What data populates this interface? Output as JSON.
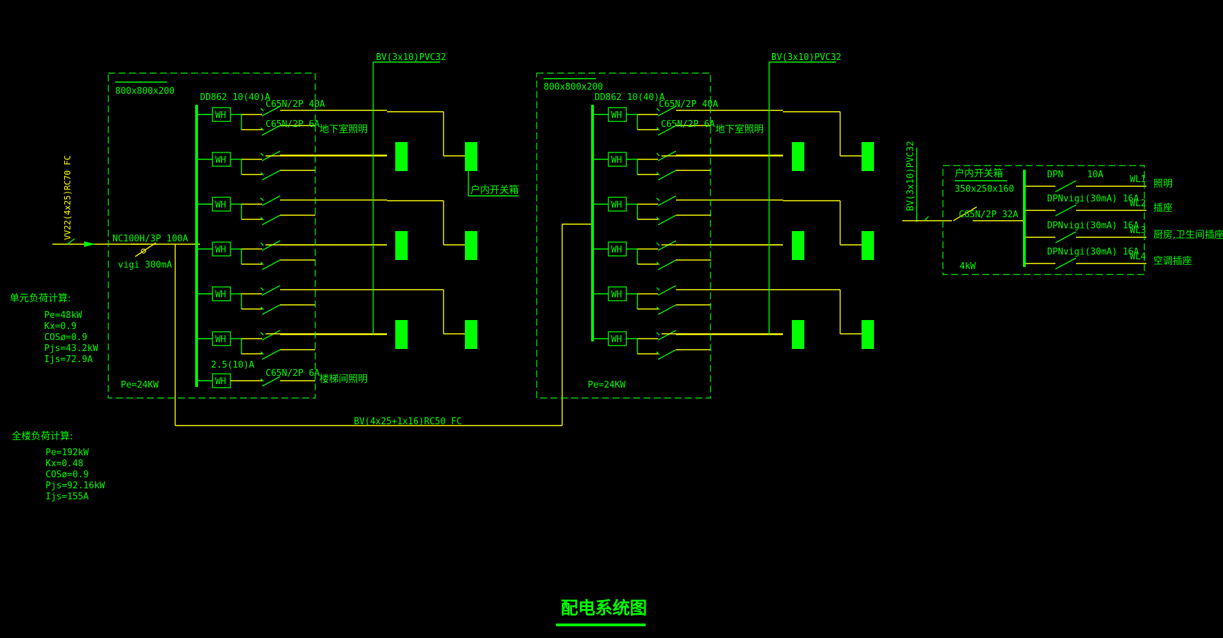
{
  "title": "配电系统图",
  "colors": {
    "background": "#000000",
    "line_green": "#00ff00",
    "line_yellow": "#ffff00"
  },
  "incoming": {
    "cable": "VV22(4x25)RC70 FC",
    "breaker": "NC100H/3P 100A",
    "rcd": "vigi 300mA"
  },
  "trunk_cable": "BV(4x25+1x16)RC50 FC",
  "panel_left": {
    "size": "800x800x200",
    "meter_main": "DD862 10(40)A",
    "br_main": "C65N/2P 40A",
    "br_light": "C65N/2P 6A",
    "label_basement": "地下室照明",
    "meter_stair": "2.5(10)A",
    "br_stair": "C65N/2P 6A",
    "label_stair": "楼梯间照明",
    "pe": "Pe=24KW",
    "riser": "BV(3x10)PVC32",
    "household_box": "户内开关箱",
    "wh_label": "WH"
  },
  "panel_right": {
    "size": "800x800x200",
    "meter_main": "DD862 10(40)A",
    "br_main": "C65N/2P 40A",
    "br_light": "C65N/2P 6A",
    "label_basement": "地下室照明",
    "pe": "Pe=24KW",
    "riser": "BV(3x10)PVC32"
  },
  "unit_calc": {
    "heading": "单元负荷计算:",
    "lines": [
      "Pe=48kW",
      "Kx=0.9",
      "COSø=0.9",
      "Pjs=43.2kW",
      "Ijs=72.9A"
    ]
  },
  "building_calc": {
    "heading": "全楼负荷计算:",
    "lines": [
      "Pe=192kW",
      "Kx=0.48",
      "COSø=0.9",
      "Pjs=92.16kW",
      "Ijs=155A"
    ]
  },
  "household": {
    "riser": "BV(3x10)PVC32",
    "title": "户内开关箱",
    "size": "350x250x160",
    "main_breaker": "C65N/2P  32A",
    "load": "4kW",
    "circuits": [
      {
        "breaker": "DPN",
        "rating": "10A",
        "circuit": "WL1",
        "use": "照明"
      },
      {
        "breaker": "DPNvigi(30mA) 16A",
        "rating": "",
        "circuit": "WL2",
        "use": "插座"
      },
      {
        "breaker": "DPNvigi(30mA) 16A",
        "rating": "",
        "circuit": "WL3",
        "use": "厨房,卫生间插座"
      },
      {
        "breaker": "DPNvigi(30mA) 16A",
        "rating": "",
        "circuit": "WL4",
        "use": "空调插座"
      }
    ]
  }
}
